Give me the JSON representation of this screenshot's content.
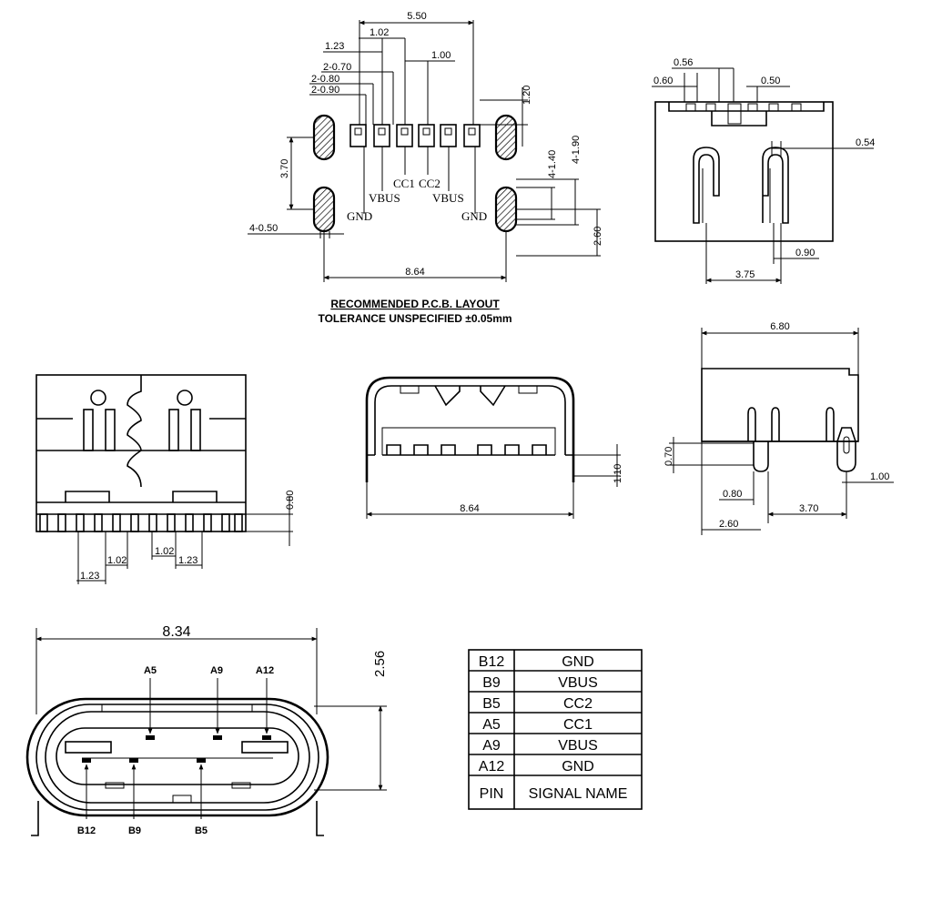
{
  "pcb_layout": {
    "dims": {
      "top": "5.50",
      "d102": "1.02",
      "d123": "1.23",
      "d100": "1.00",
      "d2_070": "2-0.70",
      "d2_080": "2-0.80",
      "d2_090": "2-0.90",
      "d120": "1.20",
      "d370": "3.70",
      "d4_140": "4-1.40",
      "d4_190": "4-1.90",
      "d260": "2.60",
      "d4_050": "4-0.50",
      "d864": "8.64"
    },
    "pin_labels": {
      "cc1": "CC1",
      "cc2": "CC2",
      "vbus_left": "VBUS",
      "vbus_right": "VBUS",
      "gnd_left": "GND",
      "gnd_right": "GND"
    },
    "caption_line1": "RECOMMENDED   P.C.B. LAYOUT",
    "caption_line2": "TOLERANCE UNSPECIFIED ±0.05mm"
  },
  "side_top_right": {
    "d056": "0.56",
    "d060": "0.60",
    "d050": "0.50",
    "d054": "0.54",
    "d090": "0.90",
    "d375": "3.75"
  },
  "front_view": {
    "d080": "0.80",
    "d123a": "1.23",
    "d102a": "1.02",
    "d102b": "1.02",
    "d123b": "1.23"
  },
  "rear_view": {
    "d110": "1.10",
    "d864": "8.64"
  },
  "side_view": {
    "d680": "6.80",
    "d070": "0.70",
    "d080": "0.80",
    "d370": "3.70",
    "d260": "2.60",
    "d100": "1.00"
  },
  "receptacle": {
    "d834": "8.34",
    "d256": "2.56",
    "labels": {
      "a5": "A5",
      "a9": "A9",
      "a12": "A12",
      "b12": "B12",
      "b9": "B9",
      "b5": "B5"
    }
  },
  "pin_table": {
    "header": {
      "pin": "PIN",
      "signal": "SIGNAL NAME"
    },
    "rows": [
      {
        "pin": "B12",
        "signal": "GND"
      },
      {
        "pin": "B9",
        "signal": "VBUS"
      },
      {
        "pin": "B5",
        "signal": "CC2"
      },
      {
        "pin": "A5",
        "signal": "CC1"
      },
      {
        "pin": "A9",
        "signal": "VBUS"
      },
      {
        "pin": "A12",
        "signal": "GND"
      }
    ]
  }
}
